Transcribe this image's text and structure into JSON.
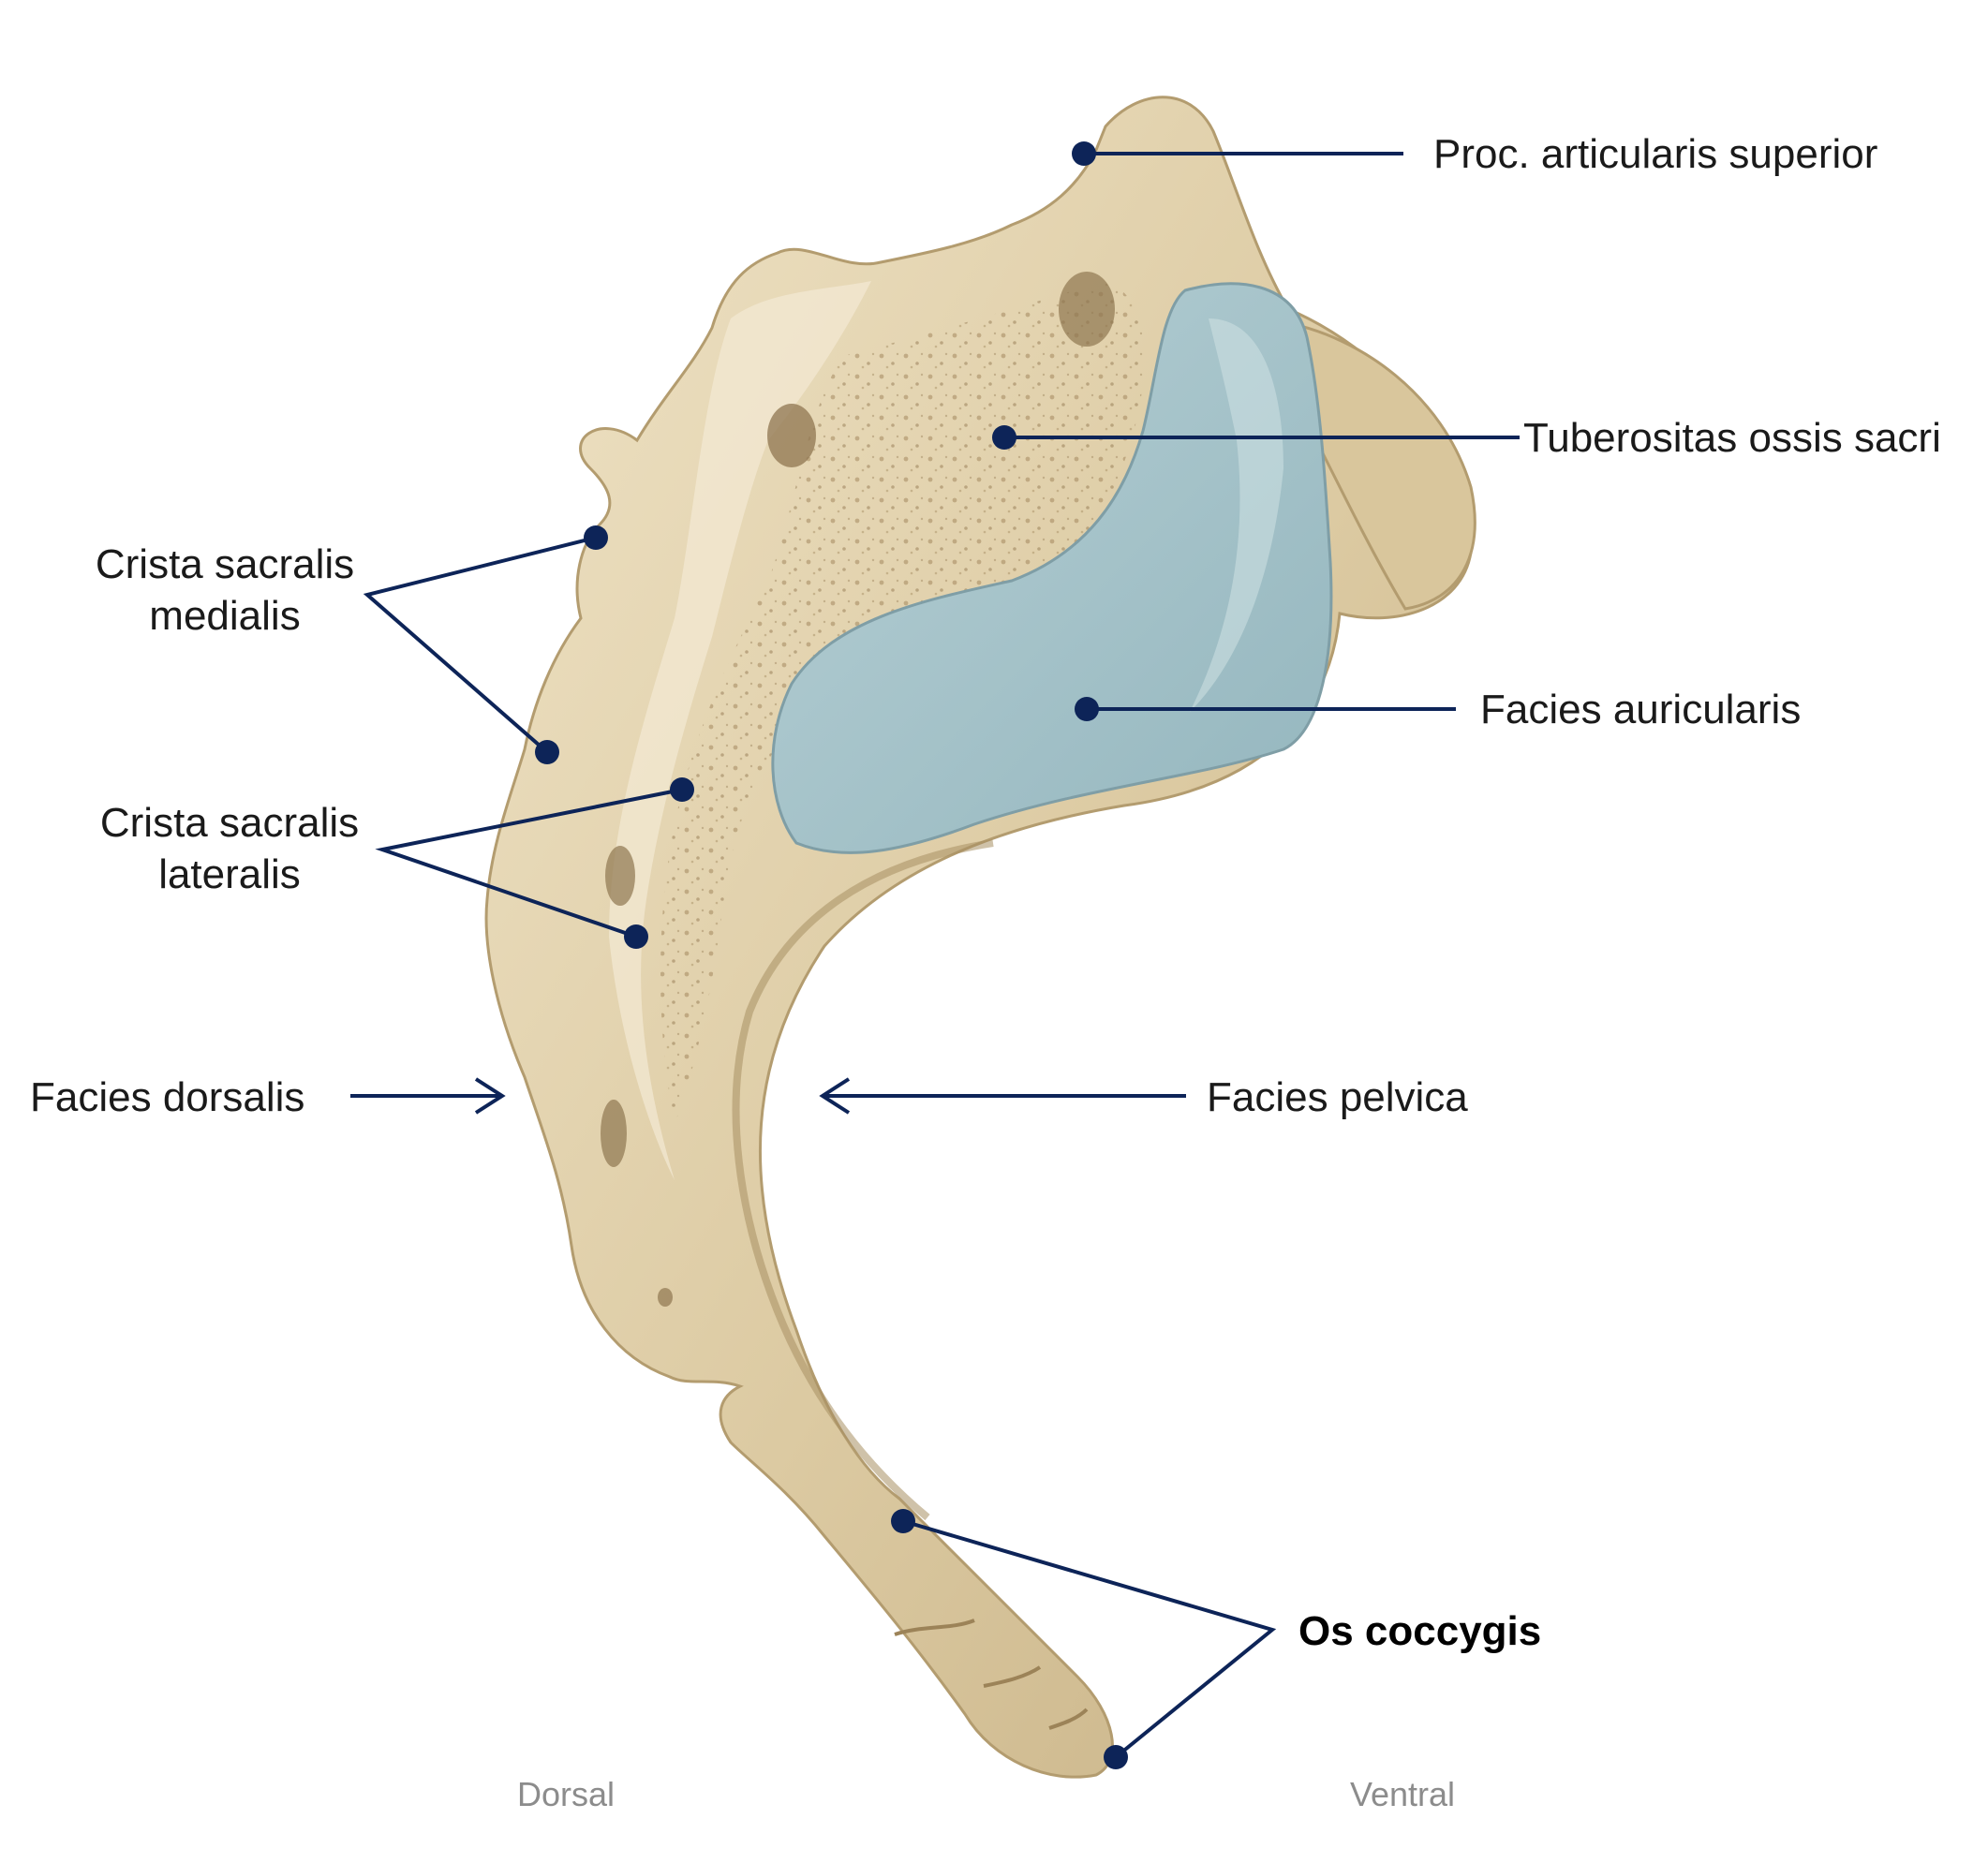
{
  "labels": {
    "proc_articularis_superior": "Proc. articularis superior",
    "tuberositas_ossis_sacri": "Tuberositas ossis sacri",
    "facies_auricularis": "Facies auricularis",
    "crista_sacralis_medialis_line1": "Crista sacralis",
    "crista_sacralis_medialis_line2": "medialis",
    "crista_sacralis_lateralis_line1": "Crista sacralis",
    "crista_sacralis_lateralis_line2": "lateralis",
    "facies_dorsalis": "Facies dorsalis",
    "facies_pelvica": "Facies pelvica",
    "os_coccygis": "Os coccygis"
  },
  "orientation": {
    "dorsal": "Dorsal",
    "ventral": "Ventral"
  },
  "colors": {
    "bone": "#e2d2ae",
    "bone_shade": "#c9b48a",
    "bone_highlight": "#f3ead4",
    "cartilage": "#a9c6cc",
    "leader": "#0d2458"
  }
}
